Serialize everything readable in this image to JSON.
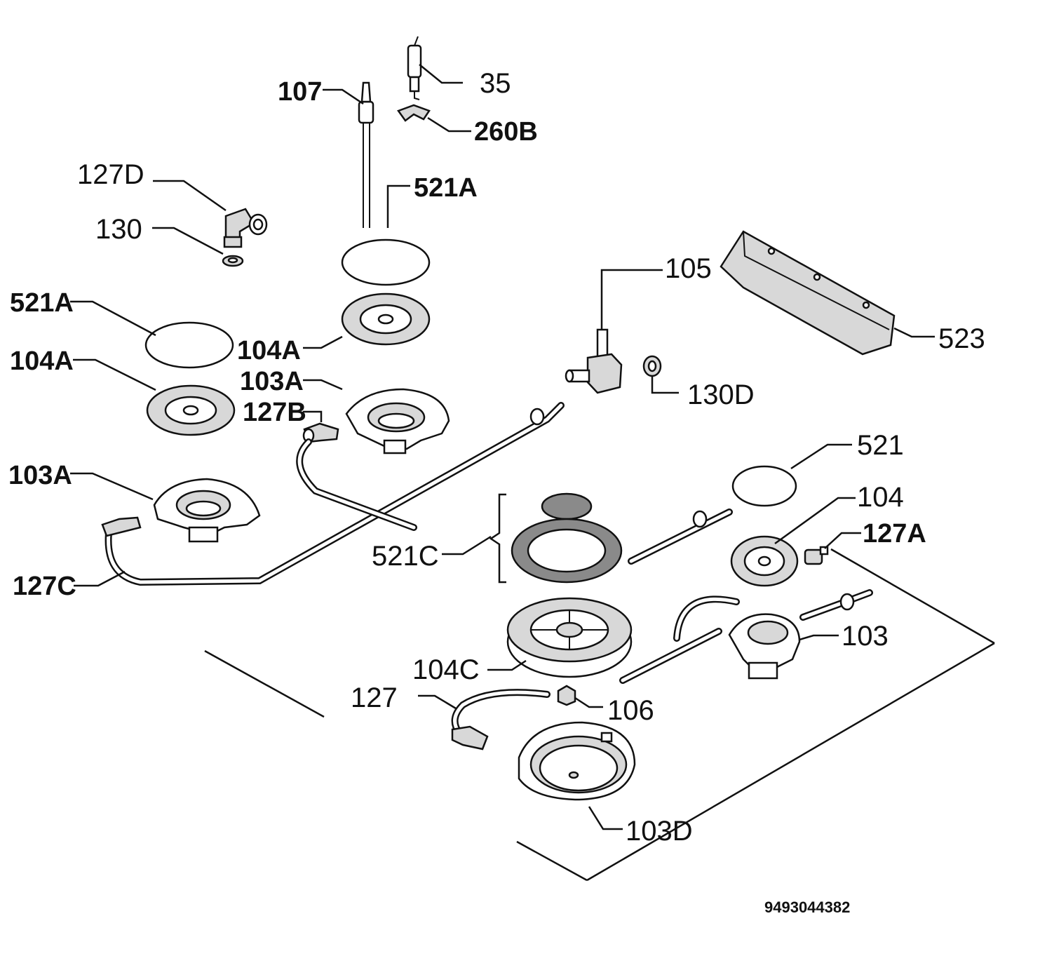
{
  "labels": {
    "l35": "35",
    "l107": "107",
    "l260b": "260B",
    "l127d": "127D",
    "l521a_top": "521A",
    "l130": "130",
    "l521a_left": "521A",
    "l104a_mid": "104A",
    "l104a_left": "104A",
    "l103a_mid": "103A",
    "l127b": "127B",
    "l105": "105",
    "l523": "523",
    "l130d": "130D",
    "l103a_left": "103A",
    "l521": "521",
    "l104": "104",
    "l127a": "127A",
    "l521c": "521C",
    "l127c": "127C",
    "l103": "103",
    "l104c": "104C",
    "l127": "127",
    "l106": "106",
    "l103d": "103D"
  },
  "doc_number": "9493044382"
}
